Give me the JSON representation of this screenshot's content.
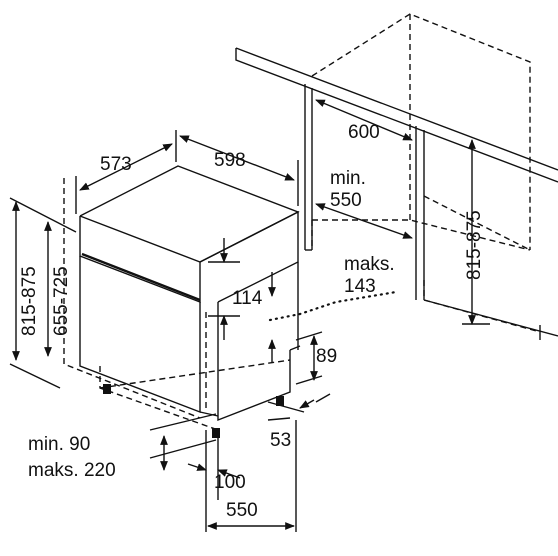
{
  "labels": {
    "depth": "573",
    "width": "598",
    "niche_width": "600",
    "niche_min": "min.",
    "niche_min_value": "550",
    "niche_height": "815-875",
    "total_height": "815-875",
    "body_height": "655-725",
    "panel_114": "114",
    "maks": "maks.",
    "maks_value": "143",
    "plinth_89": "89",
    "foot_min": "min. 90",
    "foot_maks": "maks. 220",
    "depth_100": "100",
    "depth_53": "53",
    "depth_550": "550"
  }
}
